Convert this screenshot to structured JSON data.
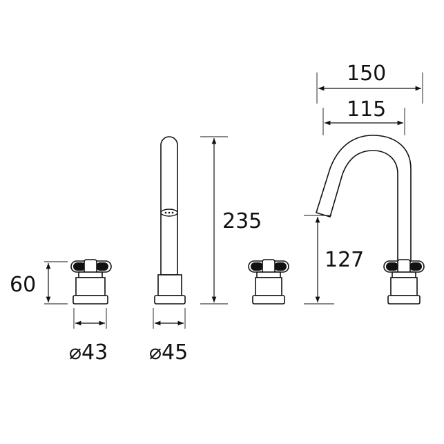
{
  "dimensions": {
    "valve_height": "60",
    "valve_diameter": "⌀43",
    "spout_diameter": "⌀45",
    "hand_shower_height": "235",
    "spout_height": "127",
    "spout_reach_outer": "150",
    "spout_reach_inner": "115"
  }
}
